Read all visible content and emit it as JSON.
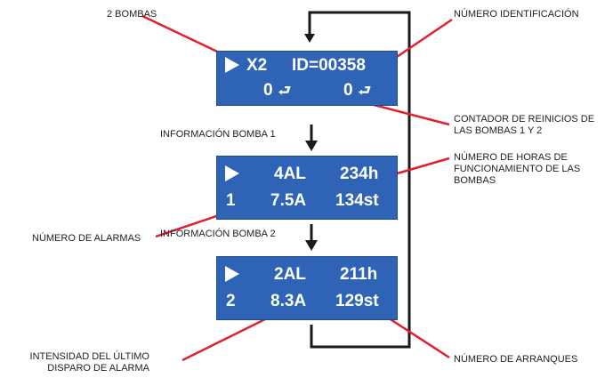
{
  "labels": {
    "dos_bombas": "2 BOMBAS",
    "numero_identificacion": "NÚMERO IDENTIFICACIÓN",
    "info_bomba_1": "INFORMACIÓN BOMBA 1",
    "contador_reinicios": "CONTADOR DE REINICIOS DE LAS BOMBAS 1 Y 2",
    "horas_funcionamiento": "NÚMERO DE HORAS DE FUNCIONAMIENTO DE LAS BOMBAS",
    "numero_alarmas": "NÚMERO DE ALARMAS",
    "info_bomba_2": "INFORMACIÓN BOMBA 2",
    "intensidad_disparo": "INTENSIDAD DEL ÚLTIMO DISPARO DE ALARMA",
    "numero_arranques": "NÚMERO DE ARRANQUES"
  },
  "screens": {
    "ident": {
      "pumps": "X2",
      "id": "ID=00358",
      "reset_1": "0",
      "reset_2": "0",
      "reset_symbol": "⮐"
    },
    "pump1": {
      "alarms": "4AL",
      "hours": "234h",
      "index": "1",
      "current": "7.5A",
      "starts": "134st"
    },
    "pump2": {
      "alarms": "2AL",
      "hours": "211h",
      "index": "2",
      "current": "8.3A",
      "starts": "129st"
    }
  },
  "colors": {
    "screen_bg": "#2f63b5",
    "pointer_line": "#e0202e",
    "flow_line": "#1a1a1a"
  }
}
